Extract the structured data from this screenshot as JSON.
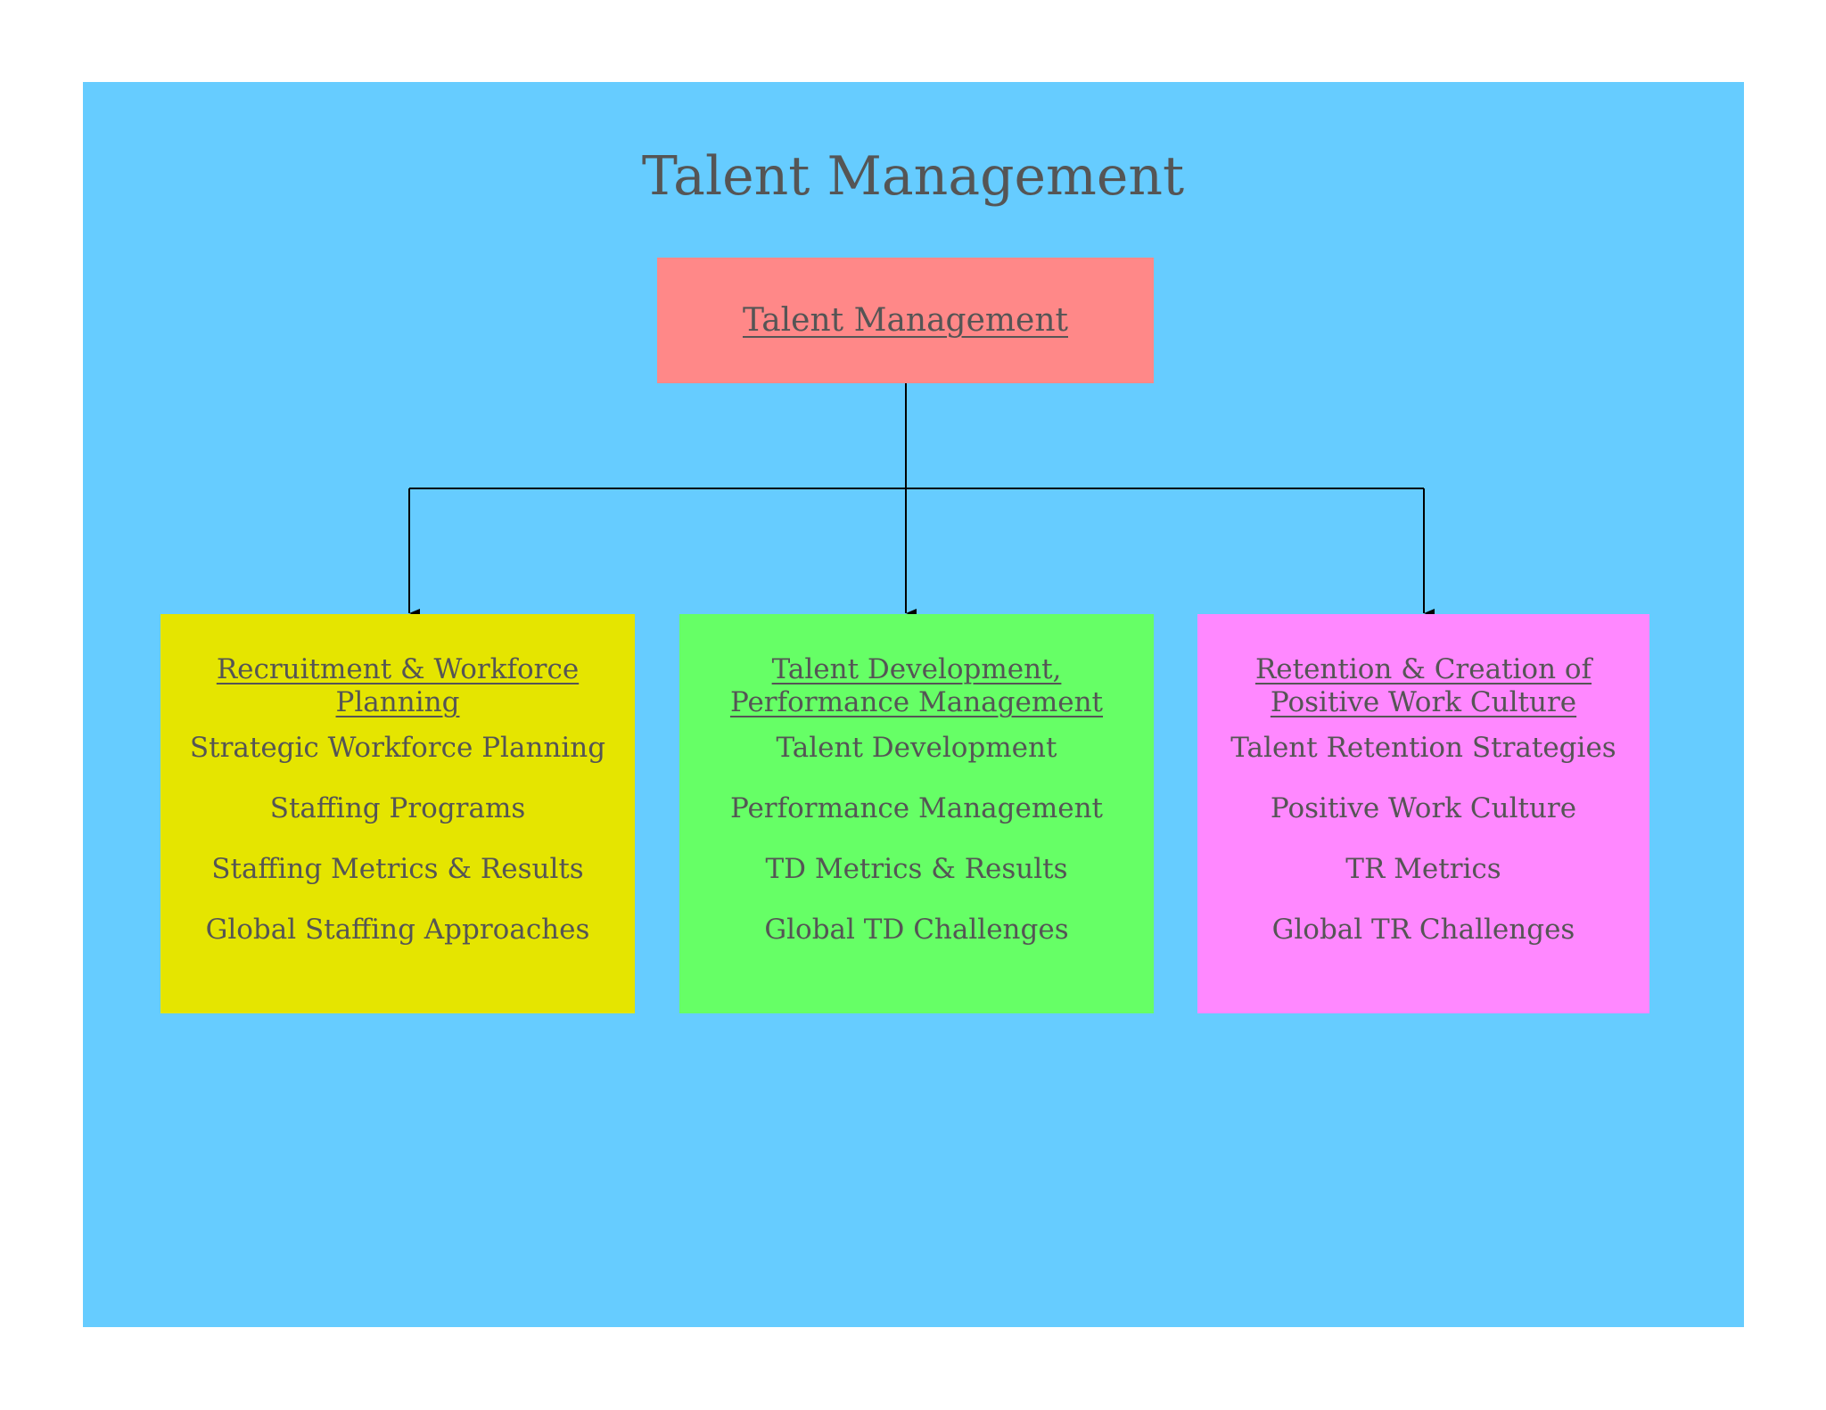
{
  "title": "Talent Management",
  "root": {
    "label": "Talent Management",
    "color": "#ff8888"
  },
  "canvas_color": "#66ccff",
  "text_color": "#555555",
  "branches": [
    {
      "heading": "Recruitment & Workforce Planning",
      "color": "#e5e500",
      "items": [
        "Strategic Workforce Planning",
        "Staffing Programs",
        "Staffing Metrics & Results",
        "Global Staffing Approaches"
      ]
    },
    {
      "heading": "Talent Development, Performance Management",
      "color": "#66ff66",
      "items": [
        "Talent Development",
        "Performance Management",
        "TD Metrics & Results",
        "Global TD Challenges"
      ]
    },
    {
      "heading": "Retention & Creation of Positive Work Culture",
      "color": "#ff88ff",
      "items": [
        "Talent Retention Strategies",
        "Positive Work Culture",
        "TR Metrics",
        "Global TR Challenges"
      ]
    }
  ]
}
